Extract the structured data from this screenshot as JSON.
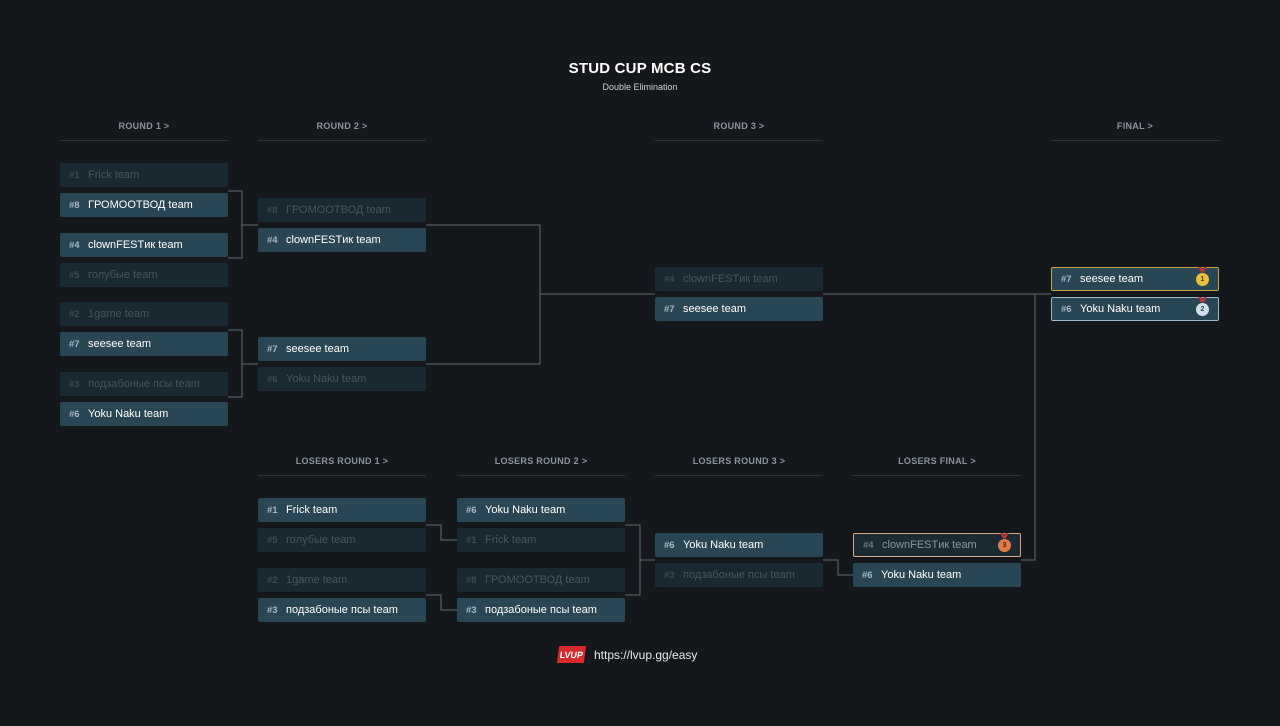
{
  "header": {
    "title": "STUD CUP MCB CS",
    "subtitle": "Double Elimination"
  },
  "rounds": {
    "r1": "ROUND 1 >",
    "r2": "ROUND 2 >",
    "r3": "ROUND 3 >",
    "final": "FINAL >",
    "lr1": "LOSERS ROUND 1 >",
    "lr2": "LOSERS ROUND 2 >",
    "lr3": "LOSERS ROUND 3 >",
    "lfinal": "LOSERS FINAL >"
  },
  "slots": [
    {
      "seed": "#1",
      "name": "Frick team"
    },
    {
      "seed": "#8",
      "name": "ГРОМООТВОД team"
    },
    {
      "seed": "#4",
      "name": "clownFESTик team"
    },
    {
      "seed": "#5",
      "name": "голубые team"
    },
    {
      "seed": "#2",
      "name": "1game team"
    },
    {
      "seed": "#7",
      "name": "seesee team"
    },
    {
      "seed": "#3",
      "name": "подзабоные псы team"
    },
    {
      "seed": "#6",
      "name": "Yoku Naku team"
    },
    {
      "seed": "#8",
      "name": "ГРОМООТВОД team"
    },
    {
      "seed": "#4",
      "name": "clownFESTик team"
    },
    {
      "seed": "#7",
      "name": "seesee team"
    },
    {
      "seed": "#6",
      "name": "Yoku Naku team"
    },
    {
      "seed": "#4",
      "name": "clownFESTик team"
    },
    {
      "seed": "#7",
      "name": "seesee team"
    },
    {
      "seed": "#7",
      "name": "seesee team",
      "medal": "1"
    },
    {
      "seed": "#6",
      "name": "Yoku Naku team",
      "medal": "2"
    },
    {
      "seed": "#1",
      "name": "Frick team"
    },
    {
      "seed": "#5",
      "name": "голубые team"
    },
    {
      "seed": "#2",
      "name": "1game team"
    },
    {
      "seed": "#3",
      "name": "подзабоные псы team"
    },
    {
      "seed": "#6",
      "name": "Yoku Naku team"
    },
    {
      "seed": "#1",
      "name": "Frick team"
    },
    {
      "seed": "#8",
      "name": "ГРОМООТВОД team"
    },
    {
      "seed": "#3",
      "name": "подзабоные псы team"
    },
    {
      "seed": "#6",
      "name": "Yoku Naku team"
    },
    {
      "seed": "#3",
      "name": "подзабоные псы team"
    },
    {
      "seed": "#4",
      "name": "clownFESTик team",
      "medal": "3"
    },
    {
      "seed": "#6",
      "name": "Yoku Naku team"
    }
  ],
  "footer": {
    "logo_text": "LVUP",
    "url": "https://lvup.gg/easy"
  },
  "colors": {
    "background": "#14181d",
    "winner": "#284654",
    "loser": "#192932",
    "gold": "#c9a43b",
    "silver": "#9ab8c8",
    "bronze": "#d8a784"
  }
}
